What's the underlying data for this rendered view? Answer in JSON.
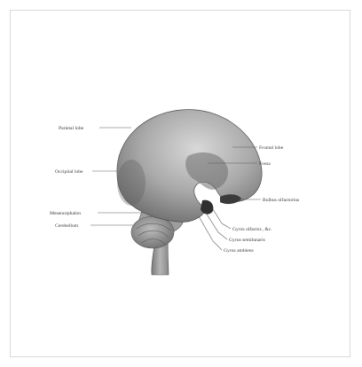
{
  "figure": {
    "labels": {
      "parietal_lobe_left": "Parietal lobe",
      "occipital_lobe": "Occipital lobe",
      "mesencephalon": "Mesencephalon",
      "cerebellum": "Cerebellum",
      "frontal_lobe": "Frontal lobe",
      "fossa": "Fossa",
      "bulbus_olfactorius": "Bulbus olfactorius",
      "gyrus_olfactor": "Gyrus olfactor., &c.",
      "gyrus_semilunaris": "Gyrus semilunaris",
      "gyrus_ambiens": "Gyrus ambiens"
    }
  }
}
